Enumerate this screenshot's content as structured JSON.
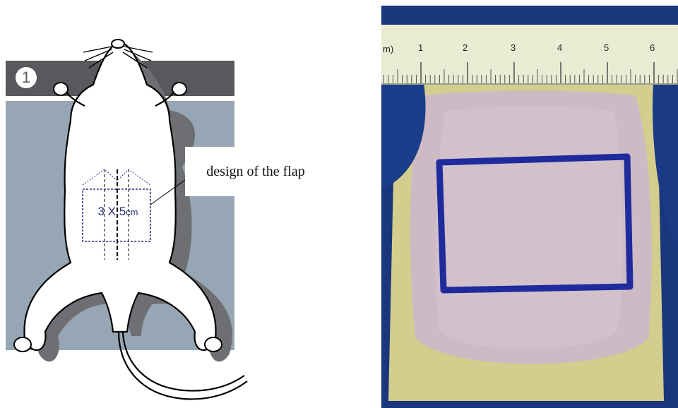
{
  "step_number": "1",
  "callout_label": "design of the flap",
  "flap_size_value": "3 X 5",
  "flap_size_unit": "cm",
  "ruler": {
    "unit_fragment": "m)",
    "numbers": [
      "1",
      "2",
      "3",
      "4",
      "5",
      "6"
    ]
  },
  "colors": {
    "step_bar": "#57595c",
    "background_block": "#96a6b4",
    "flap_outline": "#1f2a9c",
    "drape": "#1b3d8a",
    "ruler": "#e9ecd2"
  }
}
